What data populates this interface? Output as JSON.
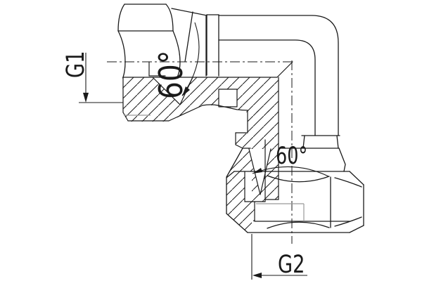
{
  "drawing": {
    "labels": {
      "thread_top": "G1",
      "thread_bottom": "G2",
      "cone_angle_top": "60°",
      "cone_angle_bottom": "60°"
    },
    "colors": {
      "line": "#1a1a1a",
      "background": "#ffffff",
      "thin_detail": "#999999"
    }
  }
}
